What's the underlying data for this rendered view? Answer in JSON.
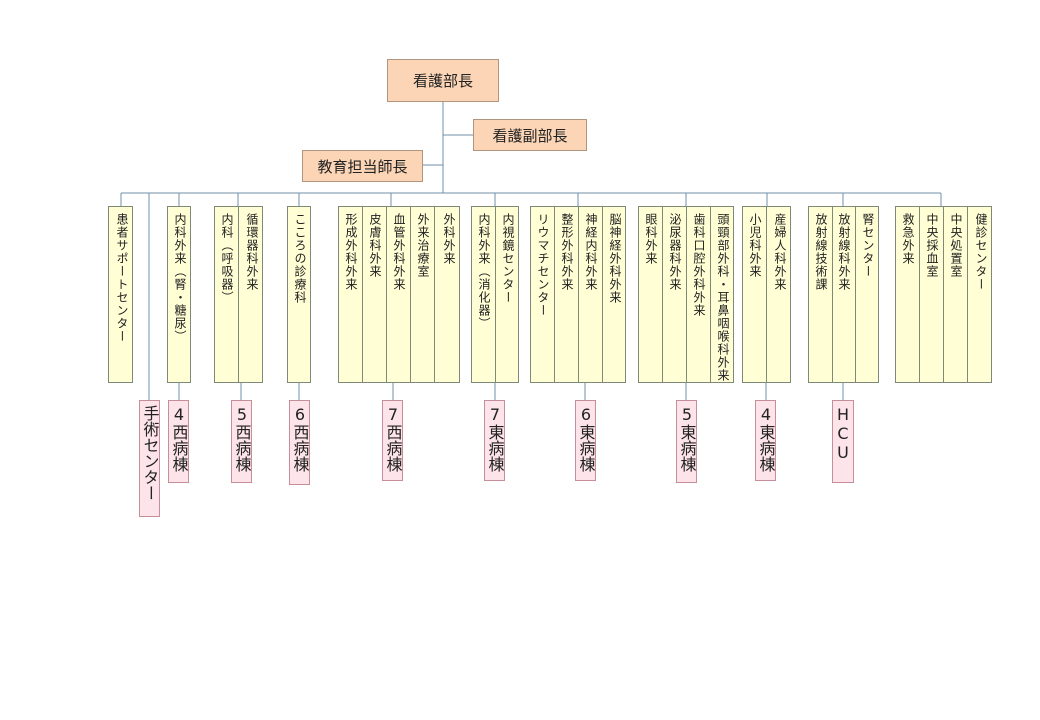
{
  "top": {
    "director": "看護部長",
    "deputy": "看護副部長",
    "education": "教育担当師長"
  },
  "outpatient_groups": [
    {
      "cols": [
        "患者サポートセンター"
      ]
    },
    {
      "cols": [
        "内科外来（腎・糖尿）"
      ]
    },
    {
      "cols": [
        "内科（呼吸器）",
        "循環器科外来"
      ]
    },
    {
      "cols": [
        "こころの診療科"
      ]
    },
    {
      "cols": [
        "形成外科外来",
        "皮膚科外来",
        "血管外科外来",
        "外来治療室",
        "外科外来"
      ]
    },
    {
      "cols": [
        "内科外来（消化器）",
        "内視鏡センター"
      ]
    },
    {
      "cols": [
        "リウマチセンター",
        "整形外科外来",
        "神経内科外来",
        "脳神経外科外来"
      ]
    },
    {
      "cols": [
        "眼科外来",
        "泌尿器科外来",
        "歯科口腔外科外来",
        "頭頸部外科・耳鼻咽喉科外来"
      ]
    },
    {
      "cols": [
        "小児科外来",
        "産婦人科外来"
      ]
    },
    {
      "cols": [
        "放射線技術課",
        "放射線科外来",
        "腎センター"
      ]
    },
    {
      "cols": [
        "救急外来",
        "中央採血室",
        "中央処置室",
        "健診センター"
      ]
    }
  ],
  "wards": [
    {
      "label": "手術センター"
    },
    {
      "label": "4西病棟"
    },
    {
      "label": "5西病棟"
    },
    {
      "label": "6西病棟"
    },
    {
      "label": "7西病棟"
    },
    {
      "label": "7東病棟"
    },
    {
      "label": "6東病棟"
    },
    {
      "label": "5東病棟"
    },
    {
      "label": "4東病棟"
    },
    {
      "label": "HCU"
    }
  ]
}
